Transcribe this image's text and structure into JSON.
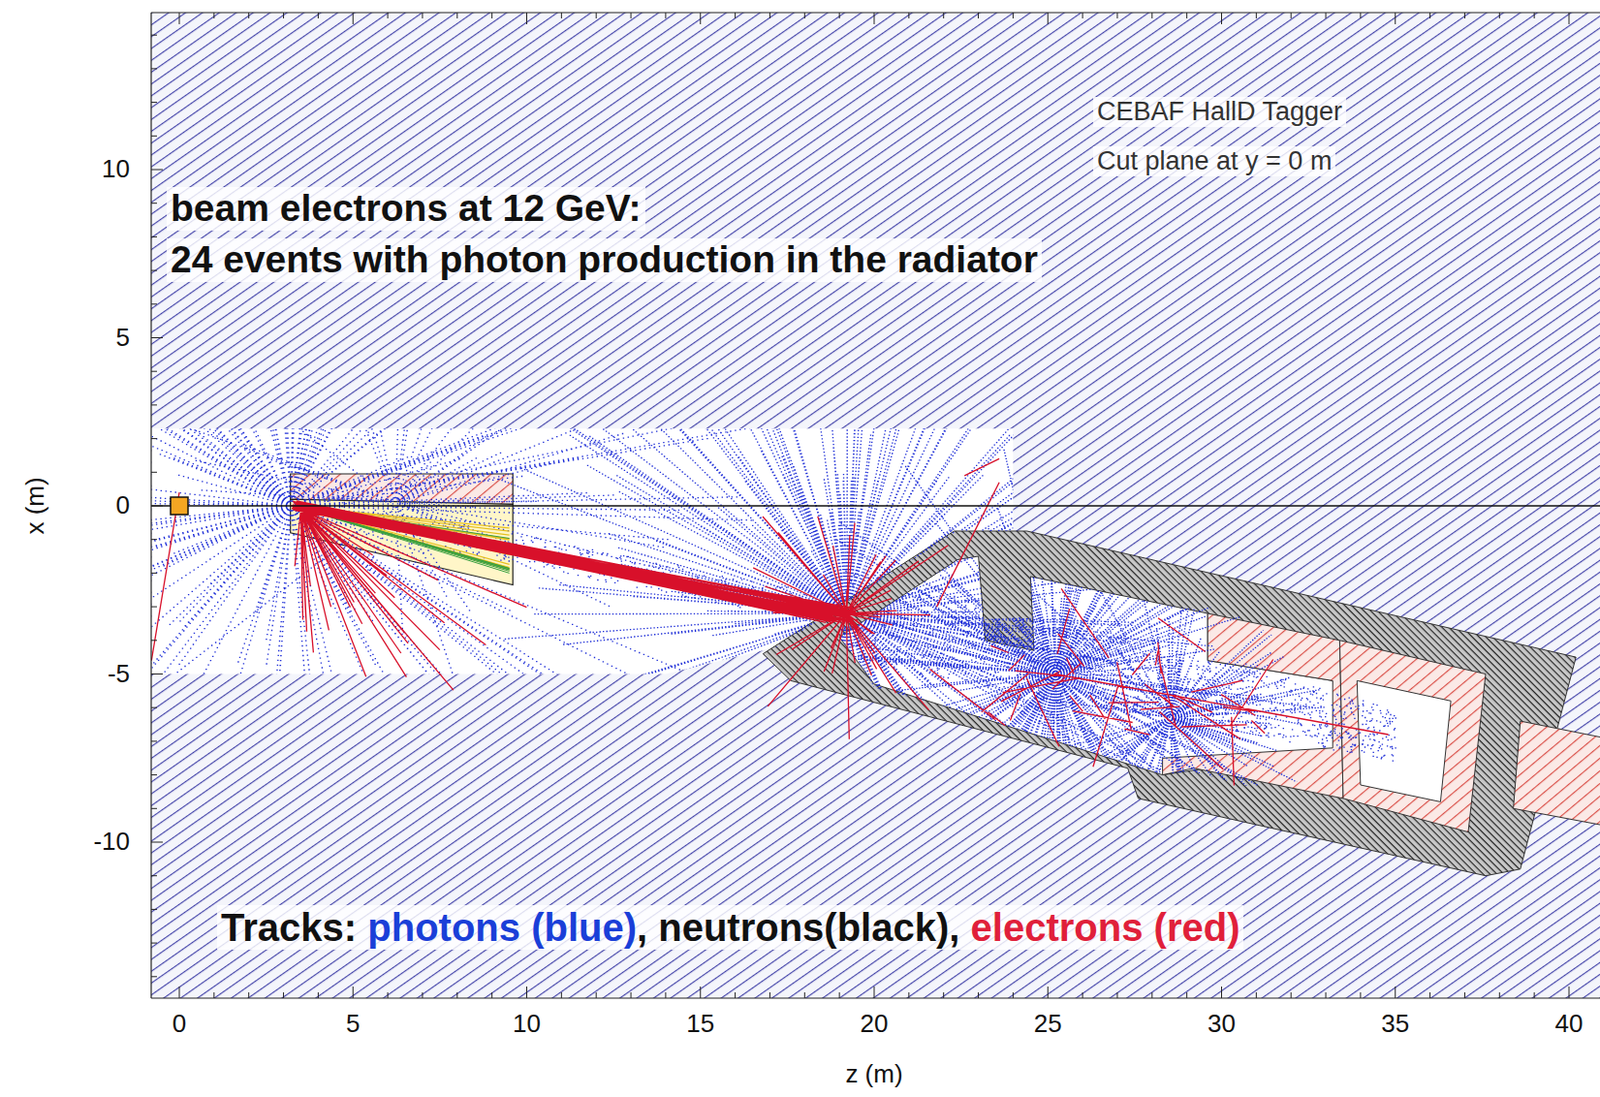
{
  "diagram": {
    "labels": [
      "CEBAF HallD Tagger",
      "Cut plane at y = 0 m",
      "beam electrons at 12 GeV:",
      "24 events with photon production in the radiator",
      "Tracks:",
      "photons (blue)",
      ", neutrons(black),",
      "electrons (red)",
      "x (m)",
      "10",
      "5",
      "0",
      "-5",
      "-10",
      "z (m)",
      "0",
      "5",
      "10",
      "15",
      "20",
      "25",
      "30",
      "35",
      "40"
    ]
  }
}
